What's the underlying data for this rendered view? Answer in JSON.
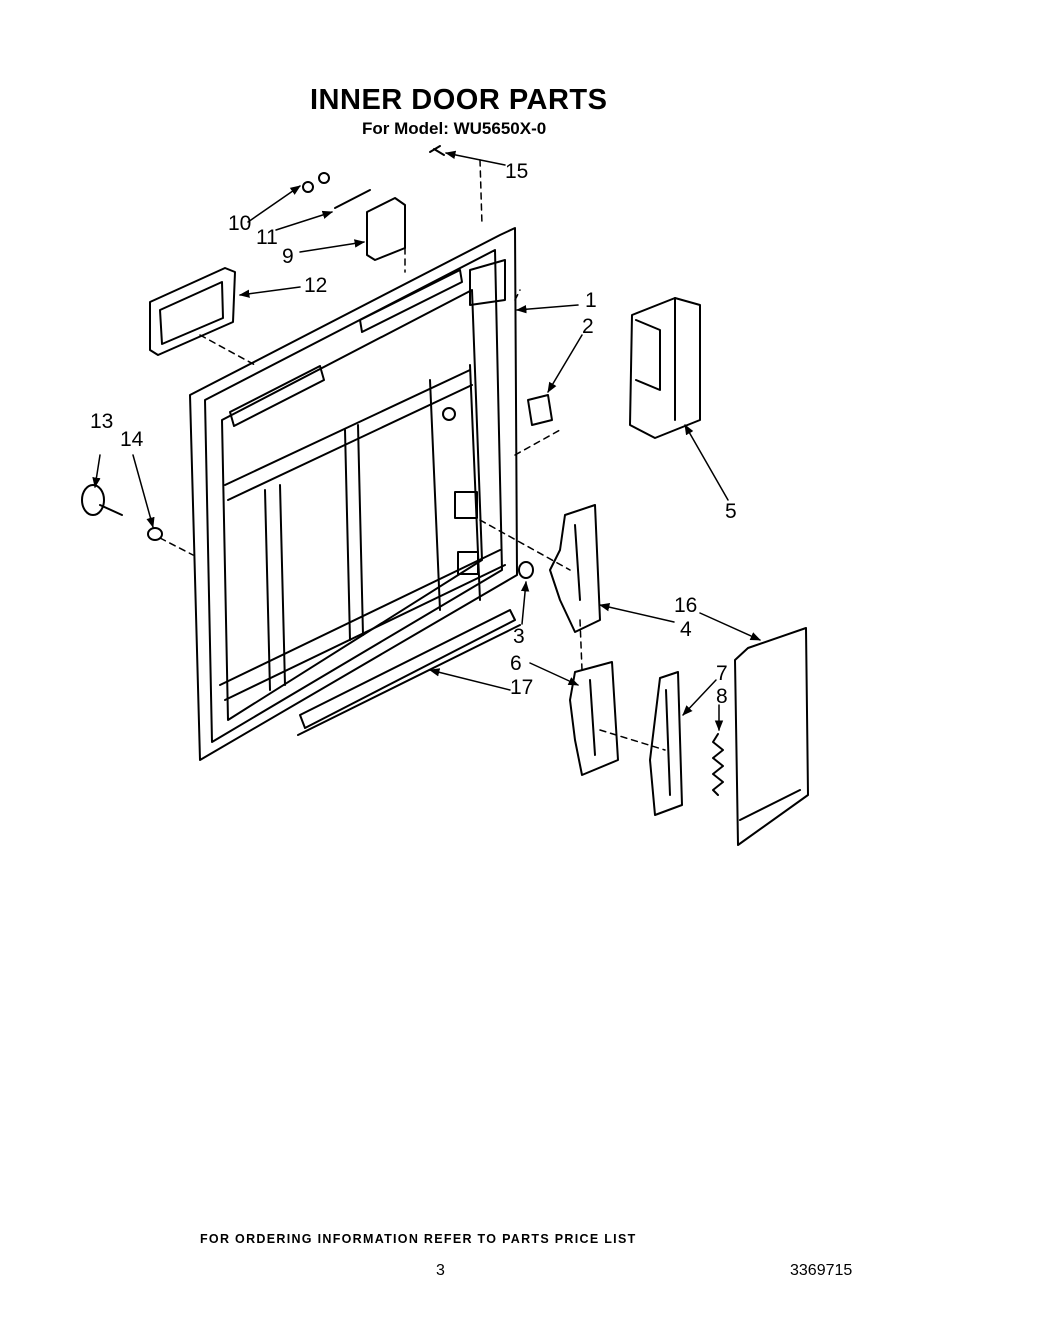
{
  "header": {
    "title": "INNER DOOR PARTS",
    "subtitle": "For Model: WU5650X-0"
  },
  "callouts": {
    "c1": "1",
    "c2": "2",
    "c3": "3",
    "c4": "4",
    "c5": "5",
    "c6": "6",
    "c7": "7",
    "c8": "8",
    "c9": "9",
    "c10": "10",
    "c11": "11",
    "c12": "12",
    "c13": "13",
    "c14": "14",
    "c15": "15",
    "c16": "16",
    "c17": "17"
  },
  "footer": {
    "ordering_note": "FOR ORDERING INFORMATION REFER TO PARTS PRICE LIST",
    "page_number": "3",
    "document_number": "3369715"
  }
}
